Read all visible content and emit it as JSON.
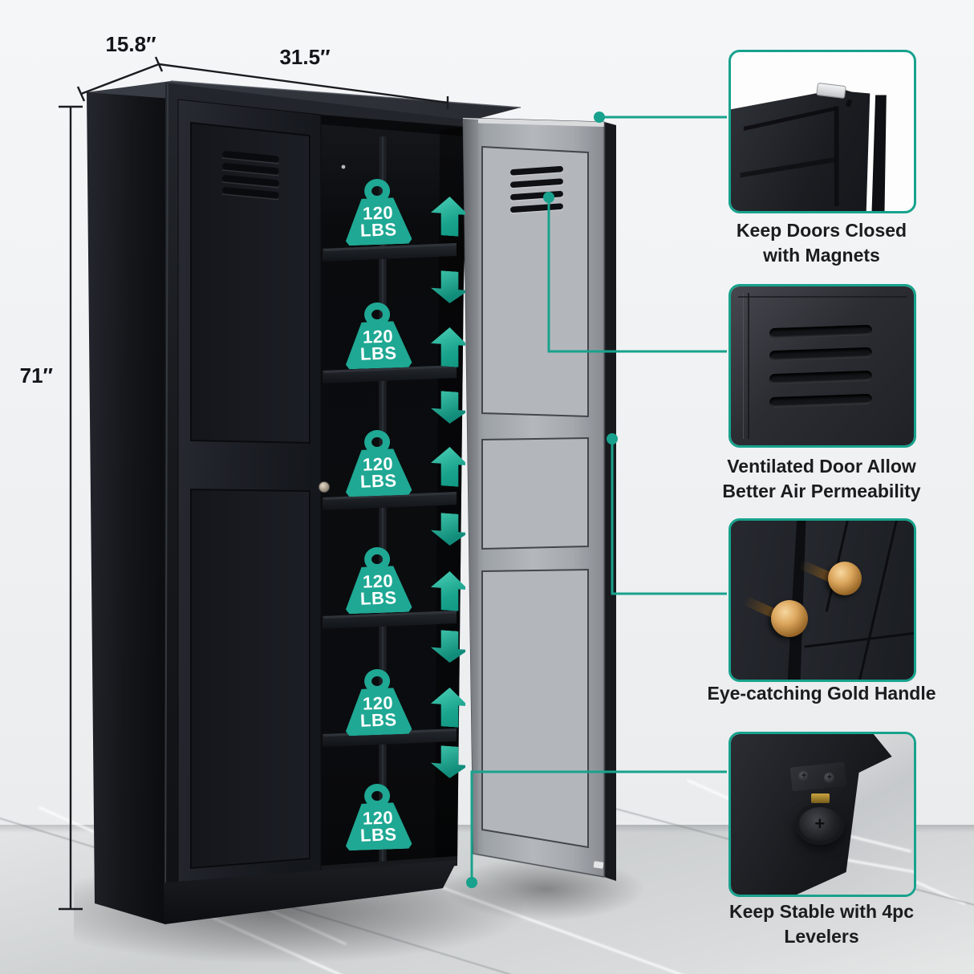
{
  "dimensions": {
    "height": "71″",
    "depth": "15.8″",
    "width": "31.5″"
  },
  "shelf_capacity": {
    "value": "120",
    "unit": "LBS",
    "shelf_count": 6
  },
  "callouts": [
    {
      "id": "magnets",
      "lines": [
        "Keep Doors Closed",
        "with Magnets"
      ]
    },
    {
      "id": "ventilation",
      "lines": [
        "Ventilated Door Allow",
        "Better Air Permeability"
      ]
    },
    {
      "id": "gold-handle",
      "lines": [
        "Eye-catching Gold Handle",
        ""
      ]
    },
    {
      "id": "levelers",
      "lines": [
        "Keep Stable with 4pc",
        "Levelers"
      ]
    }
  ],
  "colors": {
    "accent_teal": "#18A28D",
    "weight_badge_fill": "#1FA894",
    "caption_text": "#1B1C1E",
    "dimension_text": "#141518"
  }
}
